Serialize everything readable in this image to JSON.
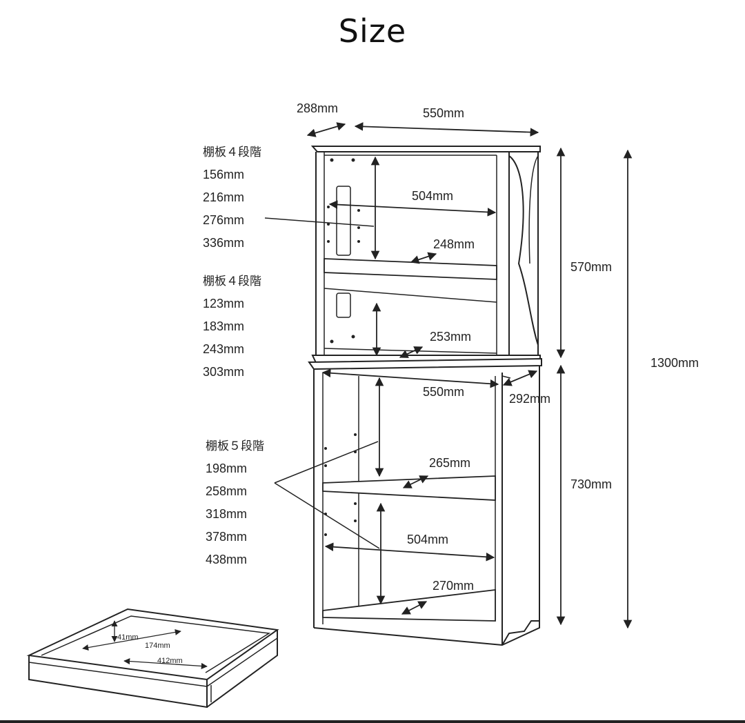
{
  "title": "Size",
  "spec_groups": [
    {
      "heading": "棚板４段階",
      "values": [
        "156mm",
        "216mm",
        "276mm",
        "336mm"
      ]
    },
    {
      "heading": "棚板４段階",
      "values": [
        "123mm",
        "183mm",
        "243mm",
        "303mm"
      ]
    },
    {
      "heading": "棚板５段階",
      "values": [
        "198mm",
        "258mm",
        "318mm",
        "378mm",
        "438mm"
      ]
    }
  ],
  "dimensions": {
    "top_depth": "288mm",
    "top_width": "550mm",
    "upper_inner_width": "504mm",
    "upper_shelf_depth": "248mm",
    "upper_bottom_depth": "253mm",
    "upper_height": "570mm",
    "total_height": "1300mm",
    "lower_width": "550mm",
    "lower_depth": "292mm",
    "lower_shelf_depth": "265mm",
    "lower_height": "730mm",
    "lower_inner_width": "504mm",
    "lower_bottom_depth": "270mm"
  },
  "drawer": {
    "height": "41mm",
    "depth": "174mm",
    "width": "412mm"
  }
}
